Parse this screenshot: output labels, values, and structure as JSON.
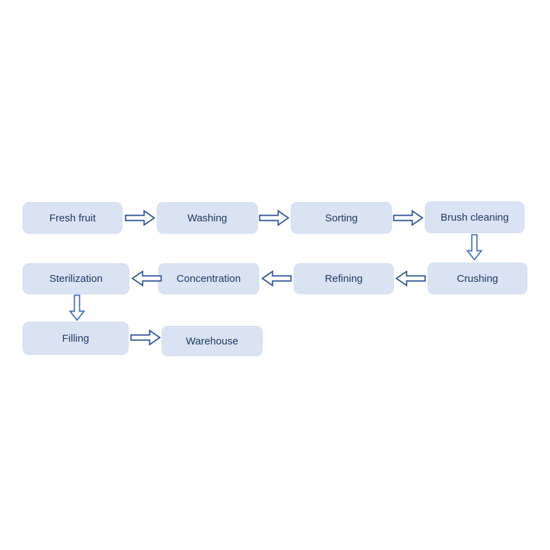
{
  "diagram": {
    "type": "flowchart",
    "description": "Fruit juice production process flow",
    "colors": {
      "node_fill": "#dae3f3",
      "node_border": "#cfdcf0",
      "node_text": "#1f3864",
      "arrow_horizontal_stroke": "#2f5597",
      "arrow_vertical_stroke": "#4472c4",
      "arrow_fill": "#ffffff",
      "background": "#ffffff"
    }
  },
  "nodes": [
    {
      "id": "fresh-fruit",
      "label": "Fresh fruit"
    },
    {
      "id": "washing",
      "label": "Washing"
    },
    {
      "id": "sorting",
      "label": "Sorting"
    },
    {
      "id": "brush-cleaning",
      "label": "Brush cleaning"
    },
    {
      "id": "crushing",
      "label": "Crushing"
    },
    {
      "id": "refining",
      "label": "Refining"
    },
    {
      "id": "concentration",
      "label": "Concentration"
    },
    {
      "id": "sterilization",
      "label": "Sterilization"
    },
    {
      "id": "filling",
      "label": "Filling"
    },
    {
      "id": "warehouse",
      "label": "Warehouse"
    }
  ],
  "edges": [
    {
      "from": "fresh-fruit",
      "to": "washing",
      "direction": "right"
    },
    {
      "from": "washing",
      "to": "sorting",
      "direction": "right"
    },
    {
      "from": "sorting",
      "to": "brush-cleaning",
      "direction": "right"
    },
    {
      "from": "brush-cleaning",
      "to": "crushing",
      "direction": "down"
    },
    {
      "from": "crushing",
      "to": "refining",
      "direction": "left"
    },
    {
      "from": "refining",
      "to": "concentration",
      "direction": "left"
    },
    {
      "from": "concentration",
      "to": "sterilization",
      "direction": "left"
    },
    {
      "from": "sterilization",
      "to": "filling",
      "direction": "down"
    },
    {
      "from": "filling",
      "to": "warehouse",
      "direction": "right"
    }
  ]
}
